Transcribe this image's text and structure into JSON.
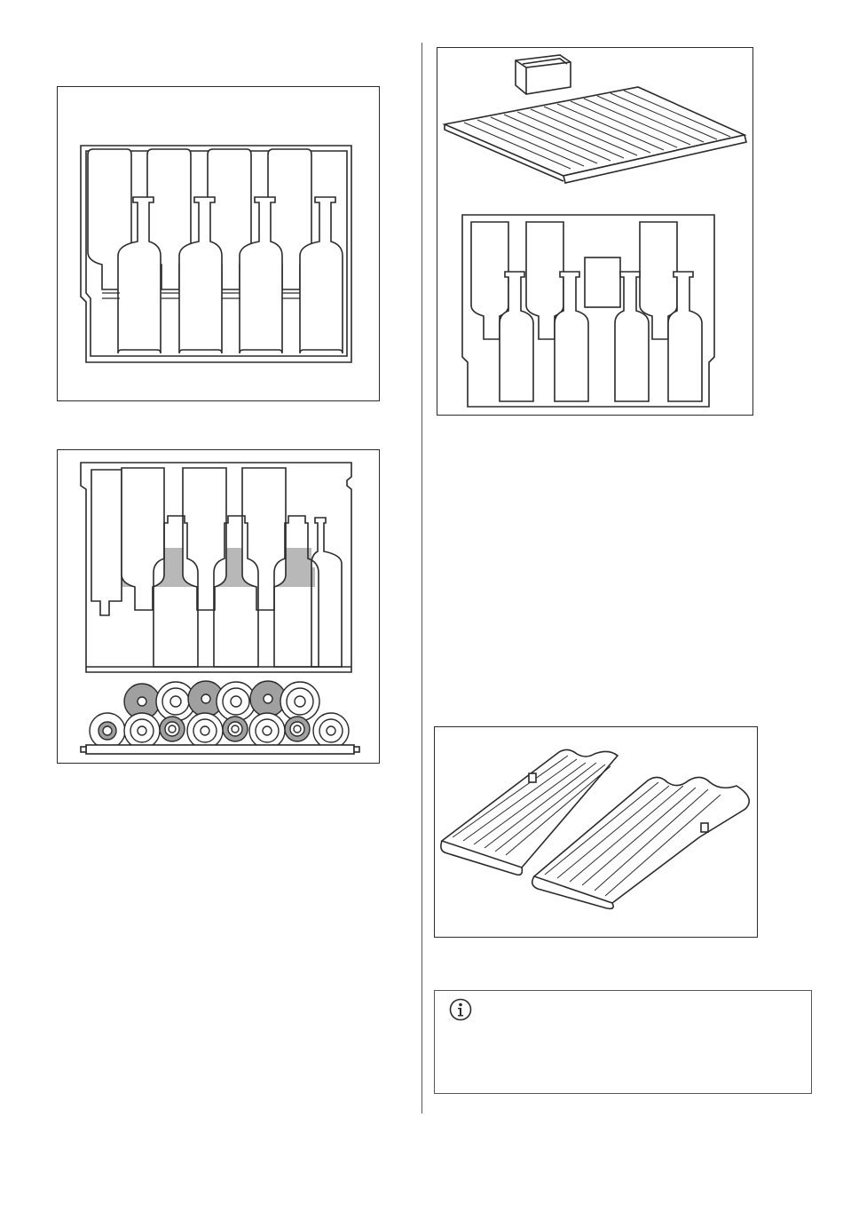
{
  "figures": [
    {
      "id": "fig1",
      "subject": "bottle-rack-alternating"
    },
    {
      "id": "fig2",
      "subject": "bottle-rack-with-stacked-bottles"
    },
    {
      "id": "fig3",
      "subject": "shelf-with-box-and-bottle-rack"
    },
    {
      "id": "fig4",
      "subject": "two-ribbed-shelf-inserts"
    }
  ],
  "info_note": {
    "icon": "info-icon",
    "text": ""
  },
  "colors": {
    "line": "#2a2a2a",
    "highlight": "#b8b8b8",
    "bottle_dark": "#a0a0a0"
  }
}
